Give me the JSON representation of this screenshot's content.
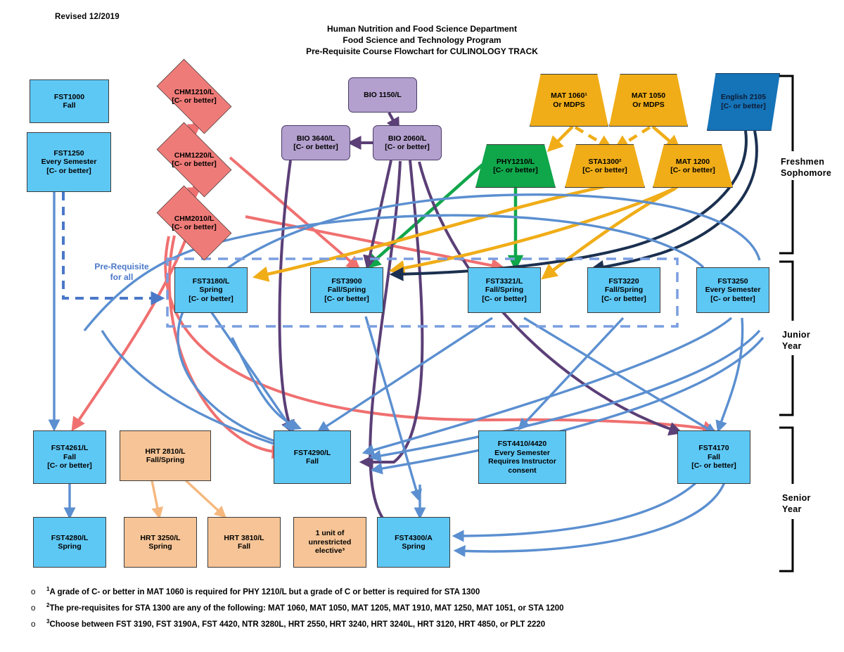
{
  "meta": {
    "revised": "Revised 12/2019"
  },
  "title": {
    "line1": "Human Nutrition and Food Science Department",
    "line2": "Food Science and Technology Program",
    "line3": "Pre-Requisite Course Flowchart for CULINOLOGY TRACK"
  },
  "colors": {
    "blue_box": "#5ec8f5",
    "orange_box": "#f6c496",
    "purple_box": "#b3a0ce",
    "red_diamond": "#ef7b78",
    "gold_trap": "#f0ad18",
    "green_trap": "#10a64a",
    "english_blue": "#1573b8",
    "prereq_blue": "#4a78c8",
    "navy_edge": "#1b3050",
    "blue_edge": "#5b8fd0",
    "purple_edge": "#5b3f77",
    "red_edge": "#f07070",
    "gold_edge": "#f0ad18",
    "green_edge": "#10a64a",
    "peach_edge": "#f6b87e"
  },
  "prereq_label": {
    "line1": "Pre-Requisite",
    "line2": "for all"
  },
  "year_brackets": [
    {
      "id": "freshmen",
      "label_line1": "Freshmen",
      "label_line2": "Sophomore"
    },
    {
      "id": "junior",
      "label_line1": "Junior",
      "label_line2": "Year"
    },
    {
      "id": "senior",
      "label_line1": "Senior",
      "label_line2": "Year"
    }
  ],
  "nodes": [
    {
      "id": "fst1000",
      "shape": "box",
      "lines": [
        "FST1000",
        "Fall"
      ]
    },
    {
      "id": "fst1250",
      "shape": "box",
      "lines": [
        "FST1250",
        "Every Semester",
        "[C- or better]"
      ]
    },
    {
      "id": "chm1210",
      "shape": "diamond",
      "lines": [
        "CHM1210/L",
        "[C- or better]"
      ]
    },
    {
      "id": "chm1220",
      "shape": "diamond",
      "lines": [
        "CHM1220/L",
        "[C- or better]"
      ]
    },
    {
      "id": "chm2010",
      "shape": "diamond",
      "lines": [
        "CHM2010/L",
        "[C- or better]"
      ]
    },
    {
      "id": "bio1150",
      "shape": "rounded",
      "lines": [
        "BIO 1150/L"
      ]
    },
    {
      "id": "bio2060",
      "shape": "rounded",
      "lines": [
        "BIO 2060/L",
        "[C- or better]"
      ]
    },
    {
      "id": "bio3640",
      "shape": "rounded",
      "lines": [
        "BIO 3640/L",
        "[C- or better]"
      ]
    },
    {
      "id": "mat1060",
      "shape": "trap",
      "lines": [
        "MAT 1060¹",
        "Or MDPS"
      ]
    },
    {
      "id": "mat1050",
      "shape": "trap",
      "lines": [
        "MAT 1050",
        "Or MDPS"
      ]
    },
    {
      "id": "phy1210",
      "shape": "trap-green",
      "lines": [
        "PHY1210/L",
        "[C- or better]"
      ]
    },
    {
      "id": "sta1300",
      "shape": "trap",
      "lines": [
        "STA1300²",
        "[C- or better]"
      ]
    },
    {
      "id": "mat1200",
      "shape": "trap",
      "lines": [
        "MAT 1200",
        "[C- or better]"
      ]
    },
    {
      "id": "english2105",
      "shape": "para",
      "lines": [
        "English 2105",
        "[C- or better]"
      ]
    },
    {
      "id": "fst3180",
      "shape": "box",
      "lines": [
        "FST3180/L",
        "Spring",
        "[C- or better]"
      ]
    },
    {
      "id": "fst3900",
      "shape": "box",
      "lines": [
        "FST3900",
        "Fall/Spring",
        "[C- or better]"
      ]
    },
    {
      "id": "fst3321",
      "shape": "box",
      "lines": [
        "FST3321/L",
        "Fall/Spring",
        "[C- or better]"
      ]
    },
    {
      "id": "fst3220",
      "shape": "box",
      "lines": [
        "FST3220",
        "Fall/Spring",
        "[C- or better]"
      ]
    },
    {
      "id": "fst3250",
      "shape": "box",
      "lines": [
        "FST3250",
        "Every Semester",
        "[C- or better]"
      ]
    },
    {
      "id": "fst4261",
      "shape": "box",
      "lines": [
        "FST4261/L",
        "Fall",
        "[C- or better]"
      ]
    },
    {
      "id": "hrt2810",
      "shape": "box-orange",
      "lines": [
        "HRT 2810/L",
        "Fall/Spring"
      ]
    },
    {
      "id": "fst4290",
      "shape": "box",
      "lines": [
        "FST4290/L",
        "Fall"
      ]
    },
    {
      "id": "fst4410",
      "shape": "box",
      "lines": [
        "FST4410/4420",
        "Every Semester",
        "Requires Instructor",
        "consent"
      ]
    },
    {
      "id": "fst4170",
      "shape": "box",
      "lines": [
        "FST4170",
        "Fall",
        "[C- or better]"
      ]
    },
    {
      "id": "fst4280",
      "shape": "box",
      "lines": [
        "FST4280/L",
        "Spring"
      ]
    },
    {
      "id": "hrt3250",
      "shape": "box-orange",
      "lines": [
        "HRT 3250/L",
        "Spring"
      ]
    },
    {
      "id": "hrt3810",
      "shape": "box-orange",
      "lines": [
        "HRT 3810/L",
        "Fall"
      ]
    },
    {
      "id": "elective",
      "shape": "box-orange",
      "lines": [
        "1 unit of",
        "unrestricted",
        "elective³"
      ]
    },
    {
      "id": "fst4300",
      "shape": "box",
      "lines": [
        "FST4300/A",
        "Spring"
      ]
    }
  ],
  "footnotes": [
    {
      "marker": "o",
      "sup": "1",
      "text": "A grade of C- or better in MAT 1060 is required for PHY 1210/L but a grade of C or better is required for STA 1300"
    },
    {
      "marker": "o",
      "sup": "2",
      "text": "The pre-requisites for STA 1300 are any of the following: MAT 1060, MAT 1050, MAT 1205, MAT 1910, MAT 1250, MAT 1051, or STA 1200"
    },
    {
      "marker": "o",
      "sup": "3",
      "text": "Choose between FST 3190, FST 3190A, FST 4420, NTR 3280L, HRT 2550, HRT 3240, HRT 3240L, HRT 3120, HRT 4850, or PLT 2220"
    }
  ]
}
